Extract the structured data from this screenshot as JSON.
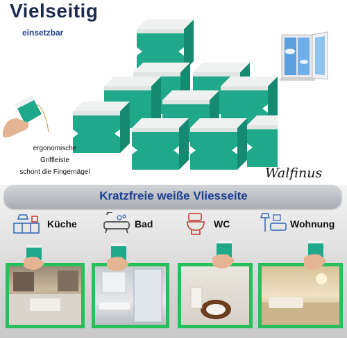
{
  "header": {
    "title": "Vielseitig",
    "subtitle": "einsetzbar"
  },
  "brand": "Walfinus",
  "ergonomic_note": [
    "ergonomische",
    "Griffleiste",
    "schont die Fingernägel"
  ],
  "banner": "Kratzfreie weiße Vliesseite",
  "rooms": [
    {
      "label": "Küche",
      "icon": "kitchen-icon"
    },
    {
      "label": "Bad",
      "icon": "bath-icon"
    },
    {
      "label": "WC",
      "icon": "toilet-icon"
    },
    {
      "label": "Wohnung",
      "icon": "living-room-icon"
    }
  ],
  "colors": {
    "sponge_green": "#1fa98a",
    "title_navy": "#1b2a4e",
    "banner_blue": "#1c3f93",
    "photo_border": "#25c05a",
    "icon_red": "#c0392b",
    "icon_blue": "#2d63b8"
  }
}
